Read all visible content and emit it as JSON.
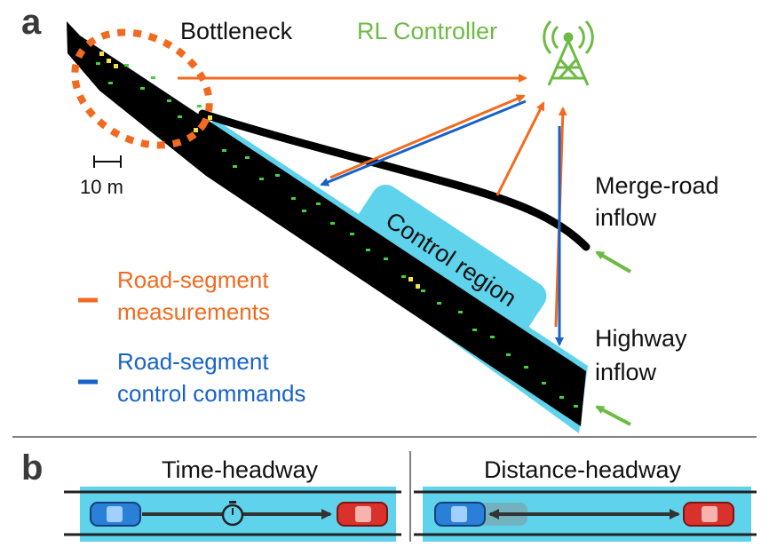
{
  "panel_a": {
    "letter": "a",
    "bottleneck_label": "Bottleneck",
    "controller_label": "RL Controller",
    "scale_label": "10 m",
    "merge_label_line1": "Merge-road",
    "merge_label_line2": "inflow",
    "highway_label_line1": "Highway",
    "highway_label_line2": "inflow",
    "control_region_label": "Control region",
    "legend": [
      {
        "line1": "Road-segment",
        "line2": "measurements",
        "color": "#f26a1f",
        "icon": "orange-dash"
      },
      {
        "line1": "Road-segment",
        "line2": "control commands",
        "color": "#1763c9",
        "icon": "blue-dash"
      }
    ]
  },
  "panel_b": {
    "letter": "b",
    "left_title": "Time-headway",
    "right_title": "Distance-headway",
    "icons": [
      "stopwatch-icon",
      "blue-car-icon",
      "red-car-icon"
    ]
  },
  "colors": {
    "measurement": "#f26a1f",
    "command": "#1763c9",
    "controller": "#6dbb45",
    "control_region": "#5fd3ec",
    "road": "#000000",
    "vehicles": "#3fd23a"
  }
}
